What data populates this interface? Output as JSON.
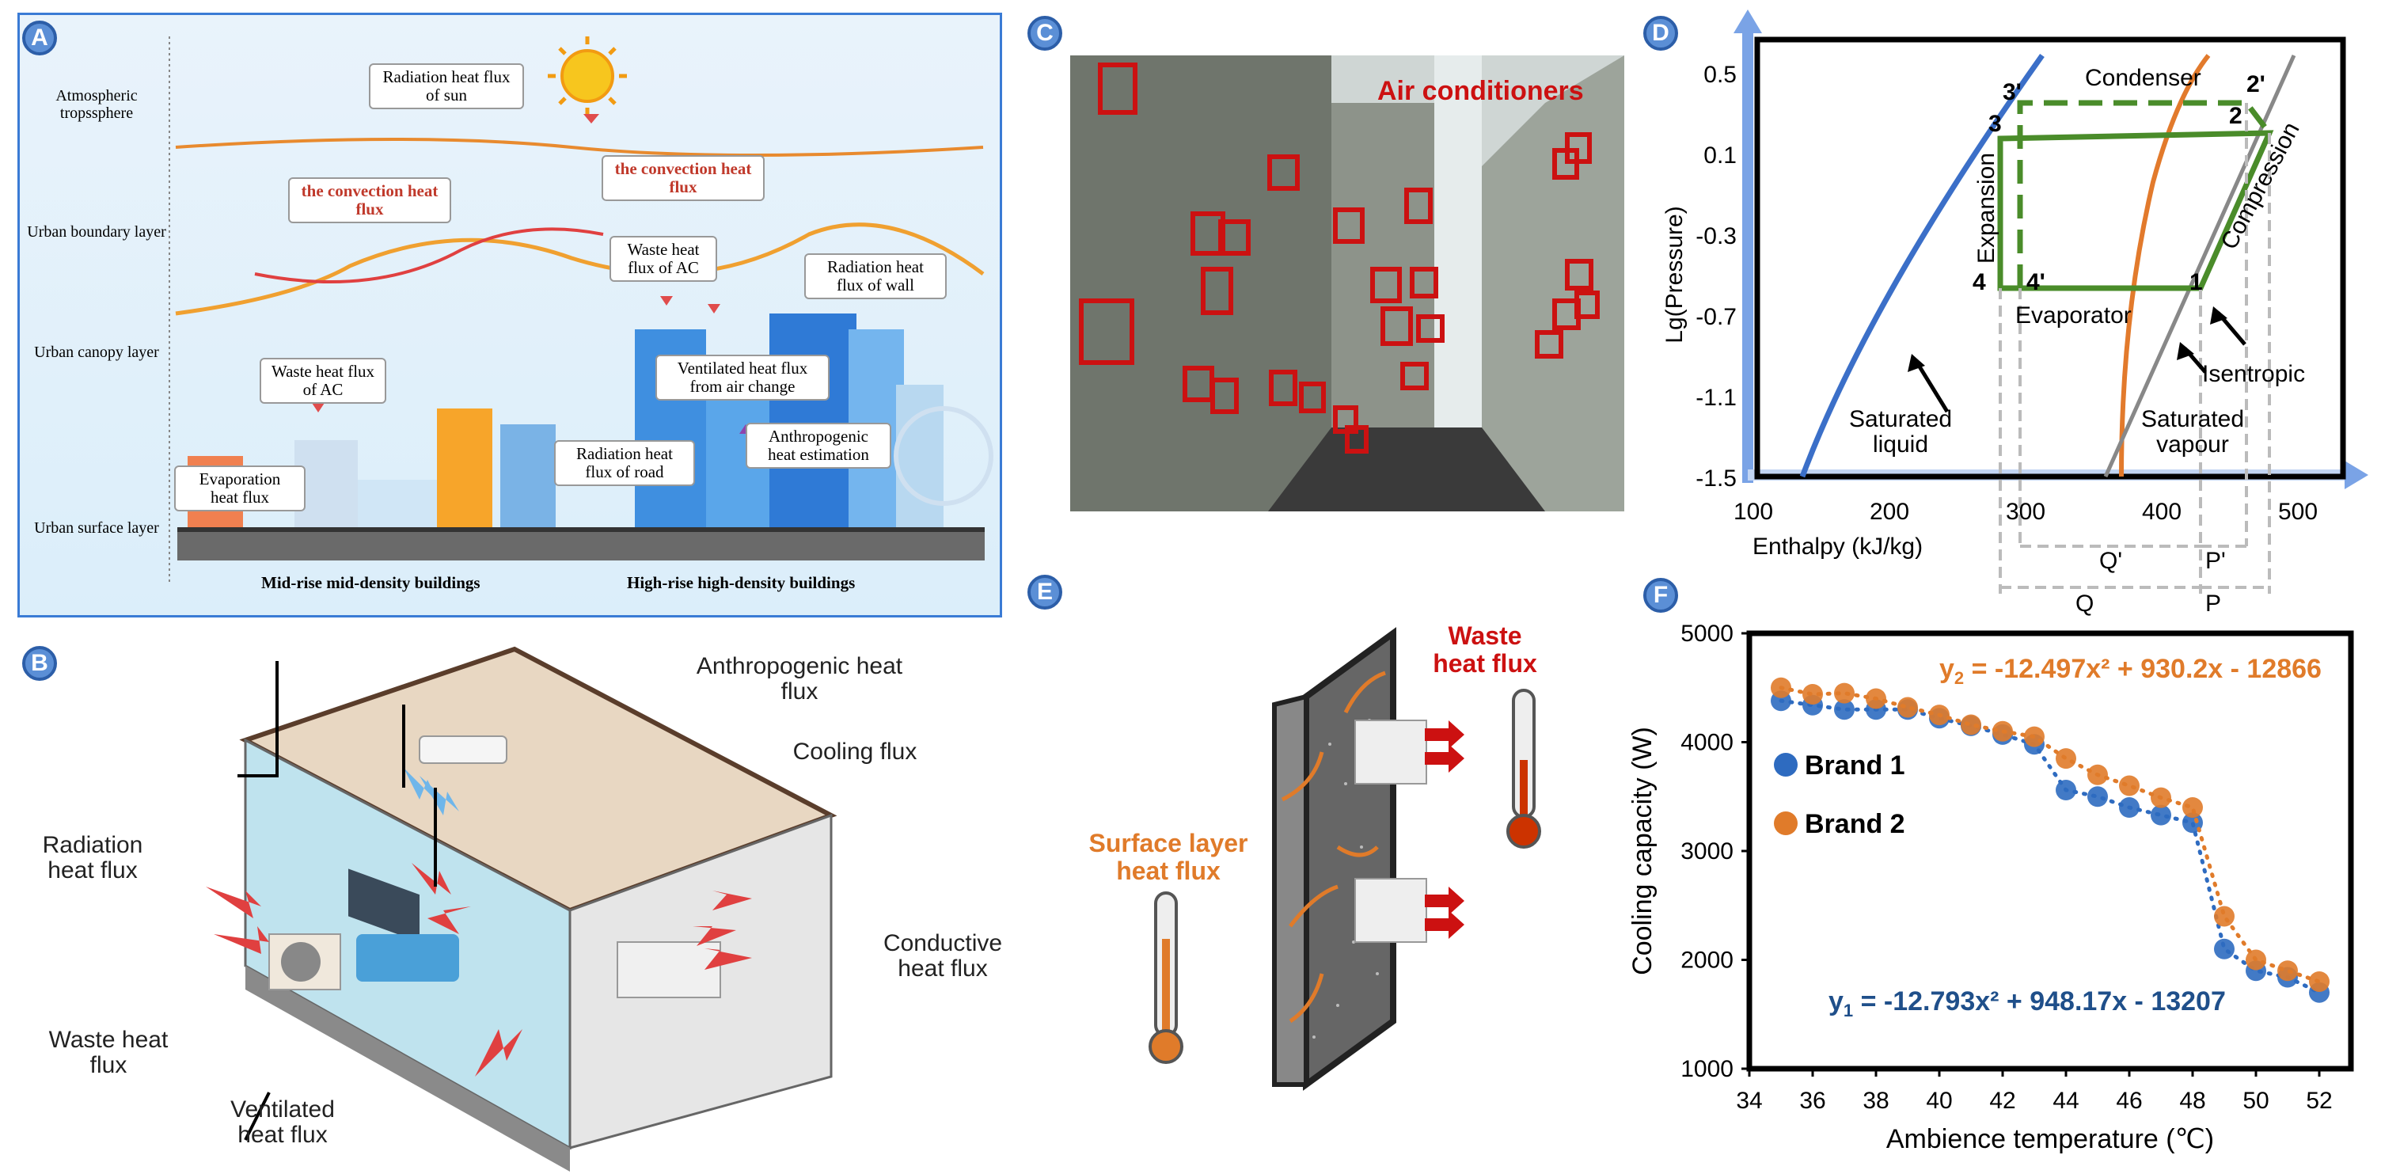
{
  "panels": {
    "a": {
      "badge": "A",
      "layers": [
        "Atmospheric tropssphere",
        "Urban boundary layer",
        "Urban canopy layer",
        "Urban surface layer"
      ],
      "boxes": {
        "rad_sun": "Radiation heat flux of sun",
        "conv1": "the convection heat flux",
        "conv2": "the convection heat flux",
        "waste_ac_top": "Waste heat flux of AC",
        "rad_wall": "Radiation heat flux of wall",
        "waste_ac_low": "Waste heat flux of AC",
        "vent": "Ventilated heat flux from air change",
        "anthro": "Anthropogenic heat estimation",
        "rad_road": "Radiation heat flux of road",
        "evap": "Evaporation heat flux"
      },
      "captions": [
        "Mid-rise mid-density buildings",
        "High-rise high-density buildings"
      ]
    },
    "b": {
      "badge": "B",
      "labels": {
        "anthro": "Anthropogenic heat flux",
        "cooling": "Cooling flux",
        "radiation": "Radiation heat flux",
        "conductive": "Conductive heat flux",
        "waste": "Waste heat flux",
        "ventilated": "Ventilated heat flux"
      }
    },
    "c": {
      "badge": "C",
      "title": "Air conditioners"
    },
    "d": {
      "badge": "D",
      "ylabel": "Lg(Pressure)",
      "xlabel": "Enthalpy (kJ/kg)",
      "xticks": [
        "100",
        "200",
        "300",
        "400",
        "500"
      ],
      "yticks": [
        "0.5",
        "0.1",
        "-0.3",
        "-0.7",
        "-1.1",
        "-1.5"
      ],
      "points": [
        "3'",
        "2'",
        "3",
        "2",
        "4",
        "4'",
        "1"
      ],
      "annotations": {
        "condenser": "Condenser",
        "evaporator": "Evaporator",
        "expansion": "Expansion",
        "compression": "Compression",
        "isentropic": "Isentropic",
        "sat_liquid": "Saturated liquid",
        "sat_vapour": "Saturated vapour",
        "q_prime": "Q'",
        "p_prime": "P'",
        "q": "Q",
        "p": "P"
      }
    },
    "e": {
      "badge": "E",
      "waste": "Waste heat flux",
      "surface": "Surface layer heat flux"
    },
    "f": {
      "badge": "F"
    }
  },
  "colors": {
    "orange": "#e07b2a",
    "blue": "#2e6bc0",
    "green": "#4a8c2a",
    "red": "#c0392b",
    "grey": "#aaaaaa"
  },
  "chart_data": {
    "type": "scatter",
    "xlabel": "Ambience temperature (℃)",
    "ylabel": "Cooling capacity (W)",
    "xlim": [
      34,
      53
    ],
    "ylim": [
      1000,
      5000
    ],
    "xticks": [
      34,
      36,
      38,
      40,
      42,
      44,
      46,
      48,
      50,
      52
    ],
    "yticks": [
      1000,
      2000,
      3000,
      4000,
      5000
    ],
    "legend": "left",
    "series": [
      {
        "name": "Brand 1",
        "color": "#2e6bc0",
        "x": [
          35,
          36,
          37,
          38,
          39,
          40,
          41,
          42,
          43,
          44,
          45,
          46,
          47,
          48,
          49,
          50,
          51,
          52
        ],
        "y": [
          4380,
          4340,
          4300,
          4300,
          4300,
          4220,
          4150,
          4070,
          3980,
          3560,
          3500,
          3400,
          3330,
          3260,
          2100,
          1900,
          1840,
          1700
        ],
        "equation": {
          "prefix": "y",
          "sub": "1",
          "text": " = -12.793x² + 948.17x - 13207"
        }
      },
      {
        "name": "Brand 2",
        "color": "#e07b2a",
        "x": [
          35,
          36,
          37,
          38,
          39,
          40,
          41,
          42,
          43,
          44,
          45,
          46,
          47,
          48,
          49,
          50,
          51,
          52
        ],
        "y": [
          4500,
          4440,
          4450,
          4400,
          4320,
          4250,
          4160,
          4100,
          4050,
          3850,
          3700,
          3600,
          3490,
          3400,
          2400,
          2000,
          1900,
          1800
        ],
        "equation": {
          "prefix": "y",
          "sub": "2",
          "text": " = -12.497x² + 930.2x - 12866"
        }
      }
    ]
  }
}
